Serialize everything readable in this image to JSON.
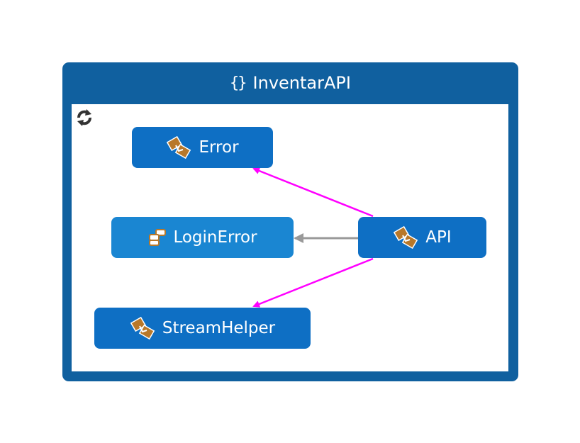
{
  "namespace": {
    "title": "InventarAPI",
    "icon": "namespace-braces-icon"
  },
  "nodes": {
    "error": {
      "label": "Error",
      "icon": "class-icon"
    },
    "login_error": {
      "label": "LoginError",
      "icon": "struct-icon"
    },
    "api": {
      "label": "API",
      "icon": "class-icon"
    },
    "stream_helper": {
      "label": "StreamHelper",
      "icon": "class-icon"
    }
  },
  "edges": [
    {
      "from": "API",
      "to": "Error",
      "color": "#ff00ff"
    },
    {
      "from": "API",
      "to": "LoginError",
      "color": "#999999"
    },
    {
      "from": "API",
      "to": "StreamHelper",
      "color": "#ff00ff"
    }
  ],
  "colors": {
    "container": "#10609f",
    "class_node": "#0e6fc4",
    "struct_node": "#1a86d2",
    "icon_accent": "#b8782a"
  }
}
